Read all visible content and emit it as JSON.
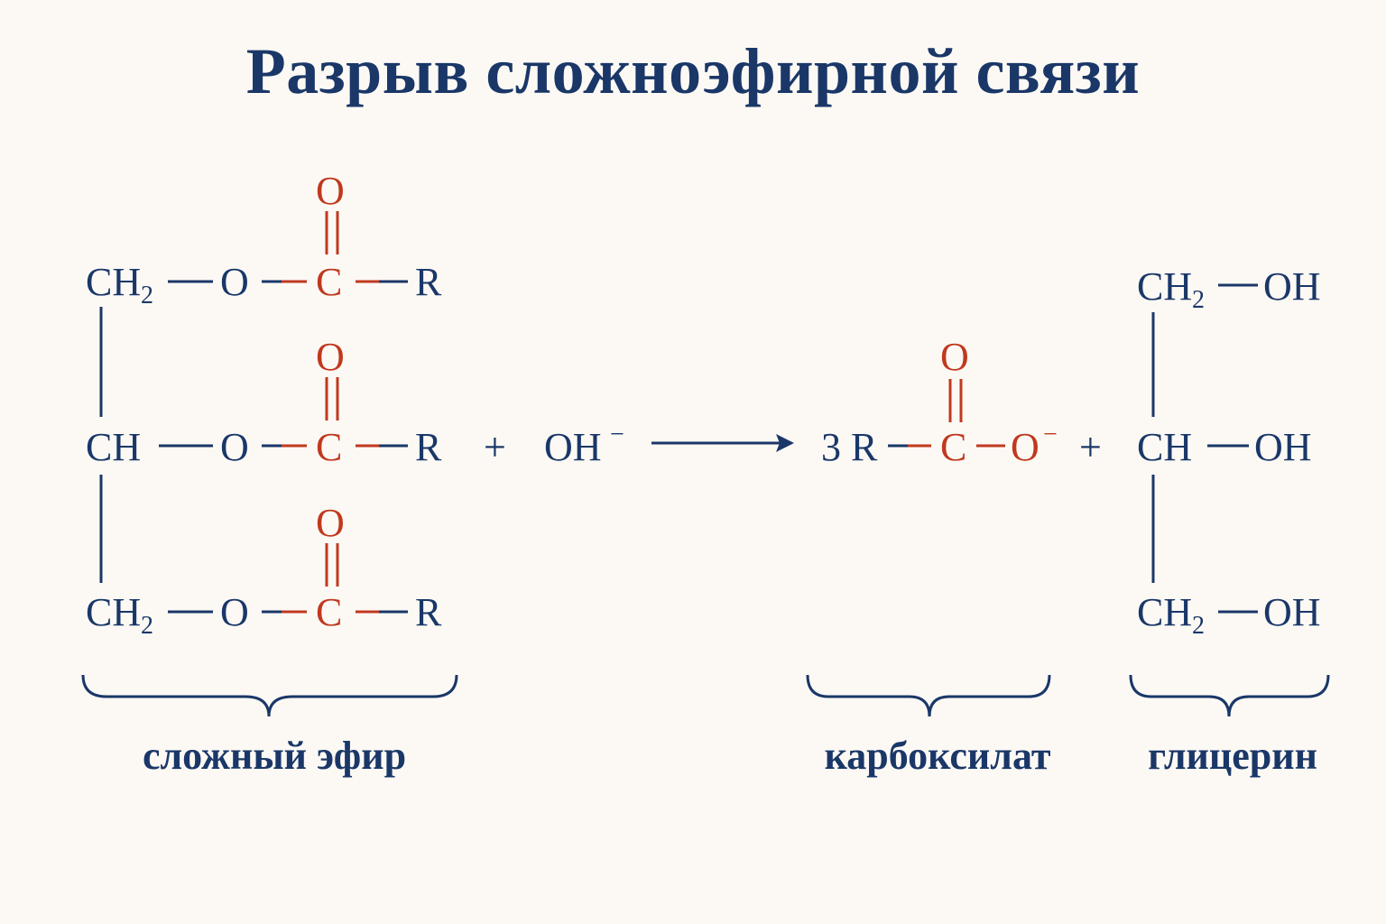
{
  "title": "Разрыв сложноэфирной связи",
  "colors": {
    "text": "#1a3768",
    "highlight": "#c0391e",
    "background": "#fcf9f5"
  },
  "ester": {
    "rows": [
      {
        "carbon": "CH",
        "sub": "2",
        "oxygen": "O",
        "carbonyl_c": "C",
        "carbonyl_o": "O",
        "group": "R"
      },
      {
        "carbon": "CH",
        "sub": "",
        "oxygen": "O",
        "carbonyl_c": "C",
        "carbonyl_o": "O",
        "group": "R"
      },
      {
        "carbon": "CH",
        "sub": "2",
        "oxygen": "O",
        "carbonyl_c": "C",
        "carbonyl_o": "O",
        "group": "R"
      }
    ],
    "label": "сложный эфир"
  },
  "reagent": {
    "plus": "+",
    "formula": "OH",
    "charge": "−"
  },
  "arrow": "→",
  "carboxylate": {
    "coefficient": "3",
    "group": "R",
    "carbon": "C",
    "carbonyl_o": "O",
    "oxygen": "O",
    "charge": "−",
    "label": "карбоксилат"
  },
  "plus2": "+",
  "glycerol": {
    "rows": [
      {
        "carbon": "CH",
        "sub": "2",
        "group": "OH"
      },
      {
        "carbon": "CH",
        "sub": "",
        "group": "OH"
      },
      {
        "carbon": "CH",
        "sub": "2",
        "group": "OH"
      }
    ],
    "label": "глицерин"
  }
}
